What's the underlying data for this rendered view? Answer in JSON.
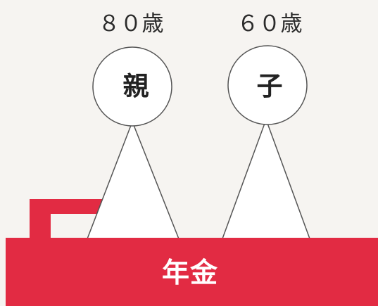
{
  "diagram": {
    "parent": {
      "age": "８０歳",
      "label": "親"
    },
    "child": {
      "age": "６０歳",
      "label": "子"
    },
    "base": {
      "label": "年金"
    },
    "colors": {
      "background": "#f6f4f1",
      "pension_red": "#e22b43",
      "outline": "#555555",
      "fill_white": "#ffffff"
    }
  }
}
